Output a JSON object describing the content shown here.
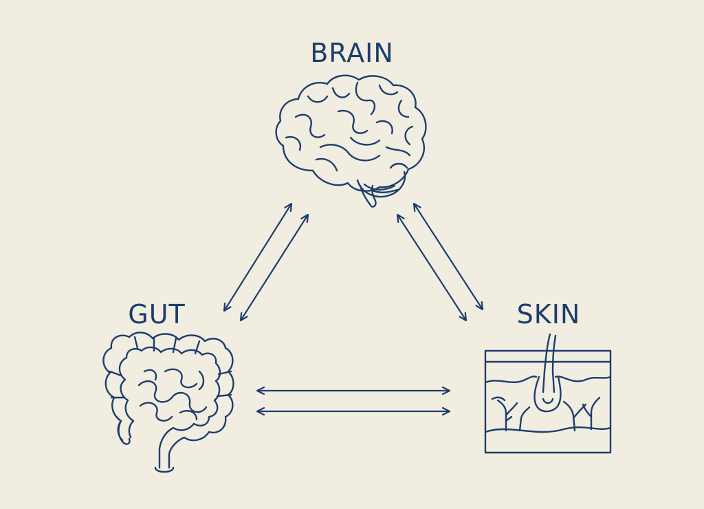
{
  "diagram": {
    "nodes": {
      "brain": {
        "label": "BRAIN",
        "icon": "brain-icon"
      },
      "gut": {
        "label": "GUT",
        "icon": "intestines-icon"
      },
      "skin": {
        "label": "SKIN",
        "icon": "skin-cross-section-icon"
      }
    },
    "connections": [
      {
        "from": "gut",
        "to": "brain",
        "type": "bidirectional"
      },
      {
        "from": "brain",
        "to": "skin",
        "type": "bidirectional"
      },
      {
        "from": "gut",
        "to": "skin",
        "type": "bidirectional"
      }
    ]
  },
  "colors": {
    "background": "#f1ede0",
    "ink": "#1d3d6b"
  }
}
